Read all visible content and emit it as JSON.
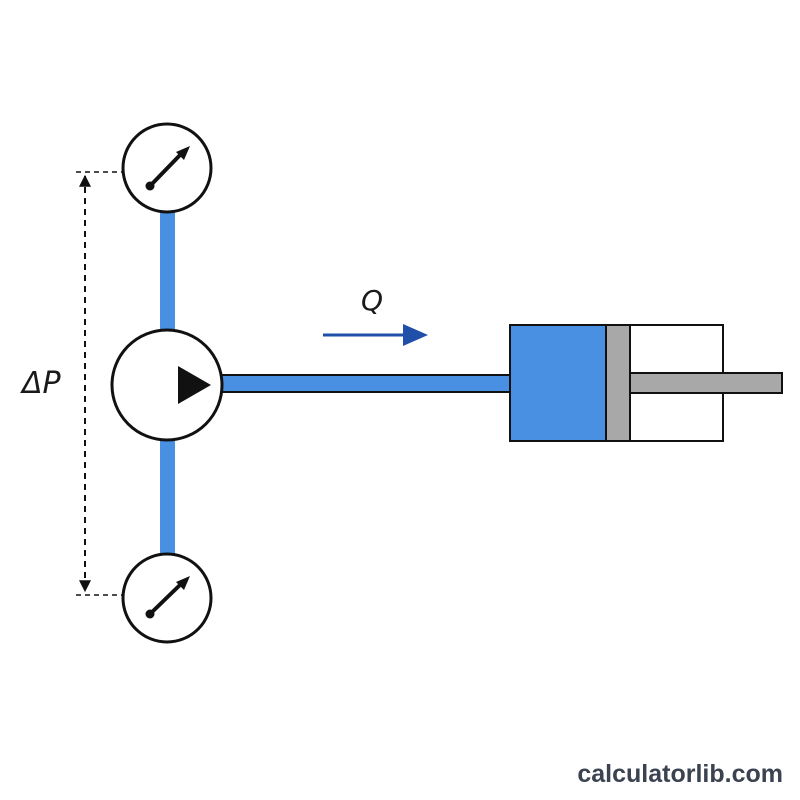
{
  "labels": {
    "pressure_difference": "ΔP",
    "flow_rate": "Q"
  },
  "watermark": "calculatorlib.com",
  "colors": {
    "fluid": "#4a90e2",
    "flow_arrow": "#1f4fa8",
    "outline": "#111111",
    "piston": "#a8a8a8",
    "rod": "#a8a8a8",
    "background": "#ffffff"
  },
  "icons": {
    "pump": "pump-triangle-icon",
    "gauge": "pressure-gauge-icon"
  }
}
